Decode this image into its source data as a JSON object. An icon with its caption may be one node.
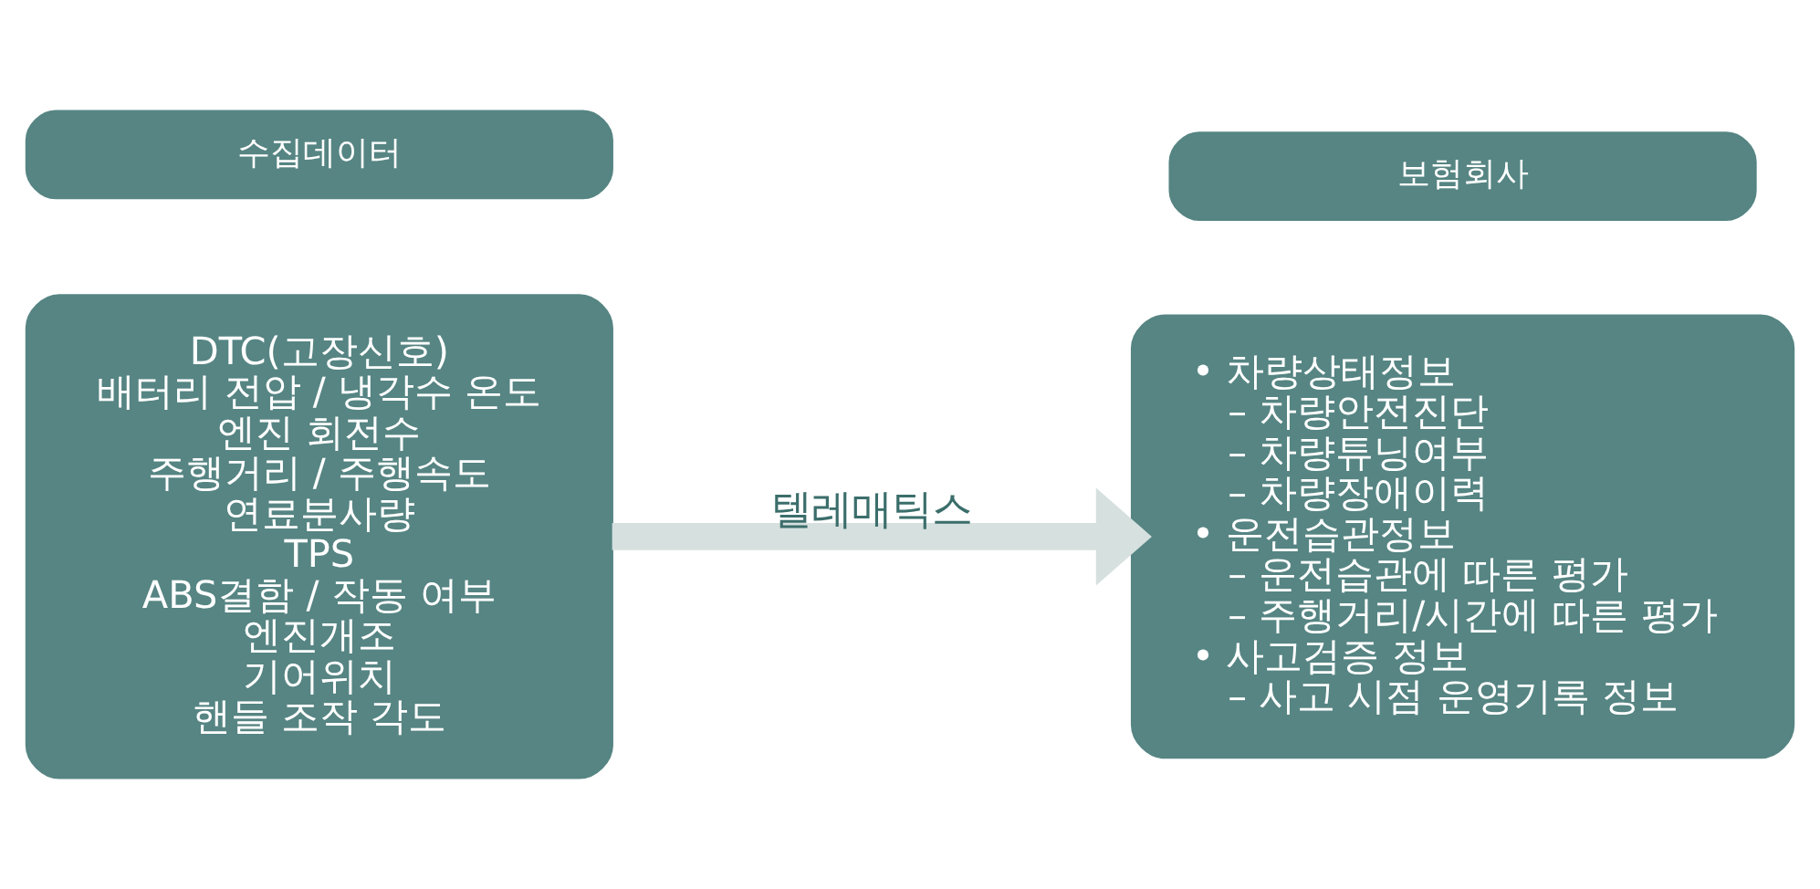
{
  "diagram": {
    "nodes": [
      {
        "text": [
          "수집데이터"
        ]
      },
      {
        "text": [
          "DTC(고장신호)",
          "배터리 전압 / 냉각수 온도",
          "엔진 회전수",
          "주행거리 / 주행속도",
          "연료분사량",
          "TPS",
          "ABS결함 / 작동 여부",
          "엔진개조",
          "기어위치",
          "핸들 조작 각도"
        ]
      },
      {
        "text": [
          "보험회사"
        ]
      },
      {
        "text": [
          "• 차량상태정보",
          "– 차량안전진단",
          "– 차량튜닝여부",
          "– 차량장애이력",
          "• 운전습관정보",
          "– 운전습관에 따른 평가",
          "– 주행거리/시간에 따른 평가",
          "• 사고검증 정보",
          "– 사고 시점 운영기록 정보"
        ]
      }
    ],
    "edges": [
      {
        "from": 1,
        "to": 3,
        "arrow": "to",
        "label": "텔레매틱스",
        "color": "#d6e0df"
      }
    ]
  }
}
